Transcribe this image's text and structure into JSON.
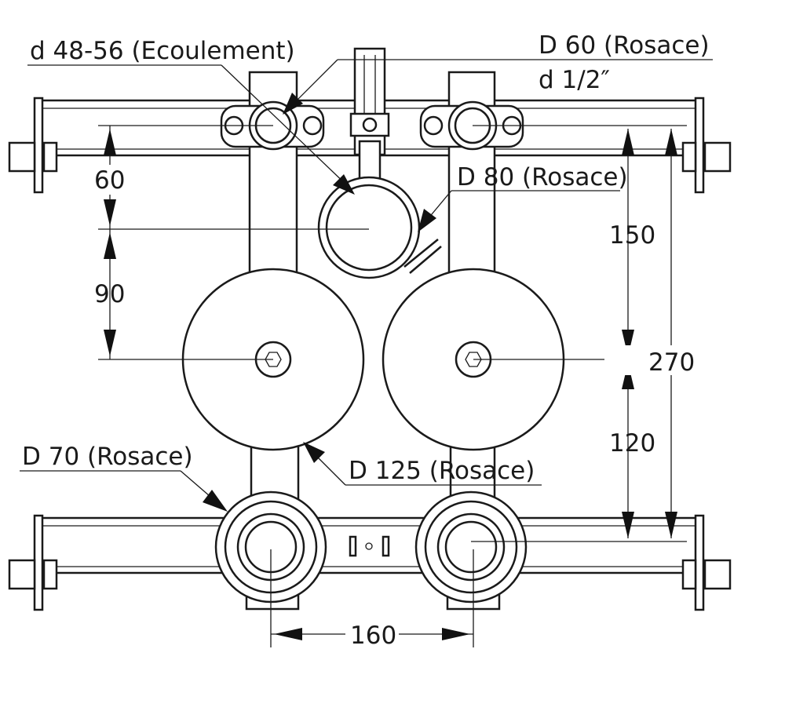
{
  "drawing": {
    "labels": {
      "outlet": "d 48-56 (Ecoulement)",
      "rosace_d60": "D 60 (Rosace)",
      "thread": "d 1/2″",
      "rosace_d80": "D 80 (Rosace)",
      "rosace_d70": "D 70 (Rosace)",
      "rosace_d125": "D 125 (Rosace)"
    },
    "dimensions": {
      "dim_60": "60",
      "dim_90": "90",
      "dim_150": "150",
      "dim_270": "270",
      "dim_120": "120",
      "dim_160": "160"
    }
  }
}
